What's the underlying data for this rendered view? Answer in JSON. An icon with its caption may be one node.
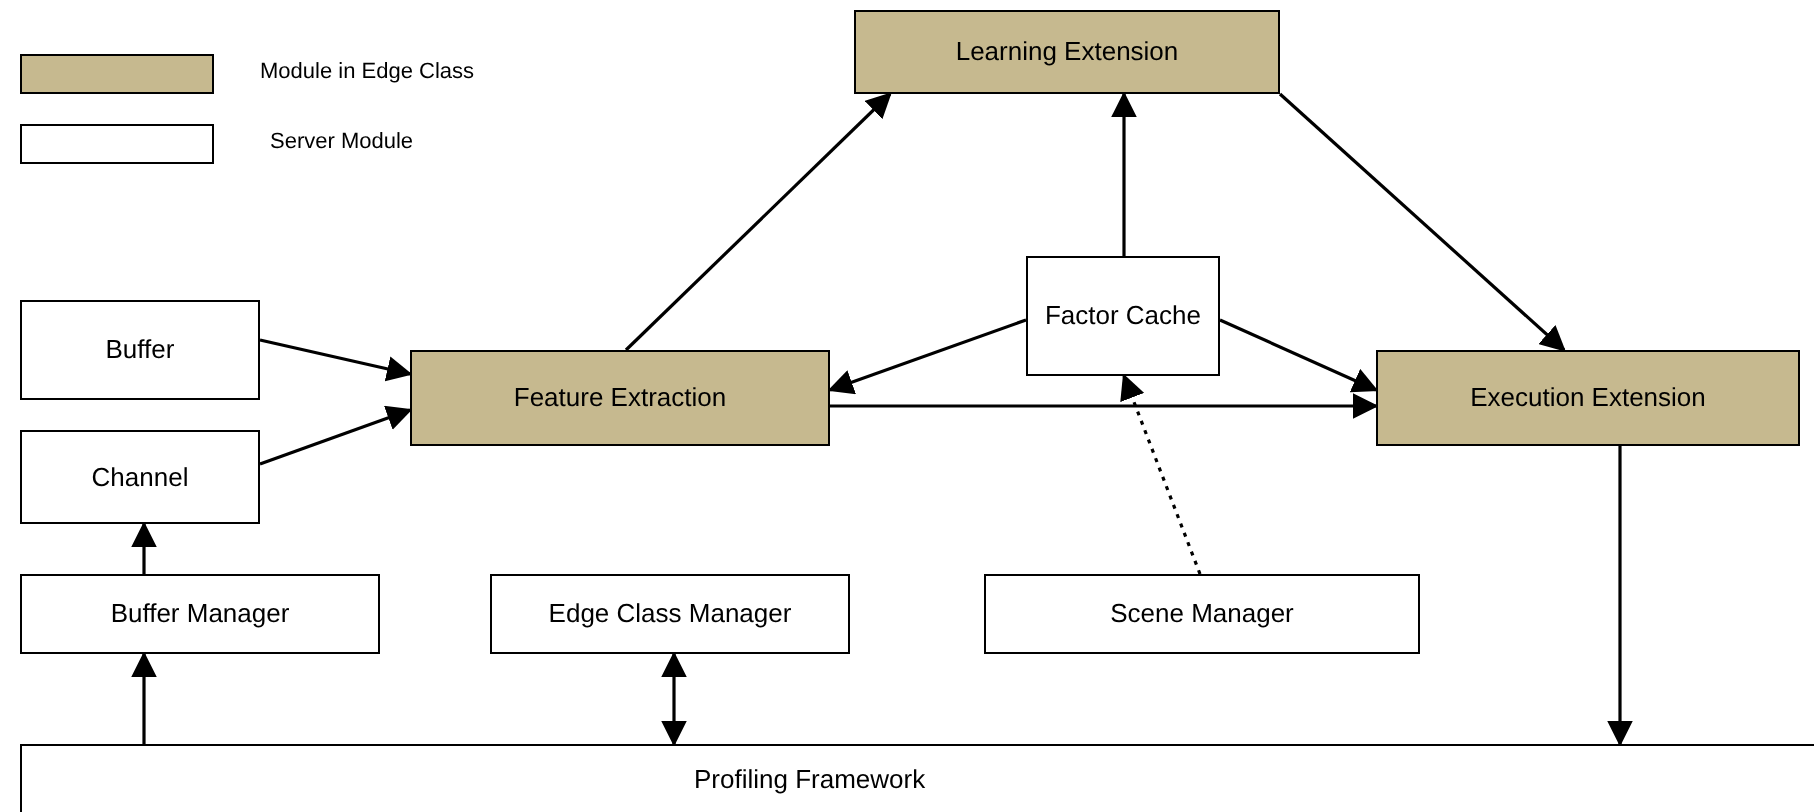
{
  "diagram": {
    "nodes": [
      {
        "text": [
          "Learning Extension"
        ]
      },
      {
        "text": [
          "Buffer"
        ]
      },
      {
        "text": [
          "Factor Cache"
        ]
      },
      {
        "text": [
          "Feature Extraction"
        ]
      },
      {
        "text": [
          "Execution Extension"
        ]
      },
      {
        "text": [
          "Channel"
        ]
      },
      {
        "text": [
          "Buffer Manager"
        ]
      },
      {
        "text": [
          "Edge Class Manager"
        ]
      },
      {
        "text": [
          "Scene Manager"
        ]
      },
      {
        "text": [
          "Profiling Framework"
        ]
      }
    ],
    "edges": [
      {
        "from": 3,
        "to": 0,
        "arrow": "to"
      },
      {
        "from": 0,
        "to": 4,
        "arrow": "to"
      },
      {
        "from": 2,
        "to": 0,
        "arrow": "to"
      },
      {
        "from": 2,
        "to": 3,
        "arrow": "to"
      },
      {
        "from": 2,
        "to": 4,
        "arrow": "to"
      },
      {
        "from": 3,
        "to": 4,
        "arrow": "to"
      },
      {
        "from": 1,
        "to": 3,
        "arrow": "to"
      },
      {
        "from": 5,
        "to": 3,
        "arrow": "to"
      },
      {
        "from": 6,
        "to": 5,
        "arrow": "to"
      },
      {
        "from": 9,
        "to": 6,
        "arrow": "to"
      },
      {
        "from": 7,
        "to": 9,
        "arrow": "both"
      },
      {
        "from": 8,
        "to": 2,
        "arrow": "to",
        "style": "dashed"
      },
      {
        "from": 4,
        "to": 9,
        "arrow": "to"
      }
    ],
    "legend": [
      {
        "text": "Module in Edge Class",
        "color": "#c6b98f"
      },
      {
        "text": "Server Module",
        "color": "#ffffff"
      }
    ]
  }
}
